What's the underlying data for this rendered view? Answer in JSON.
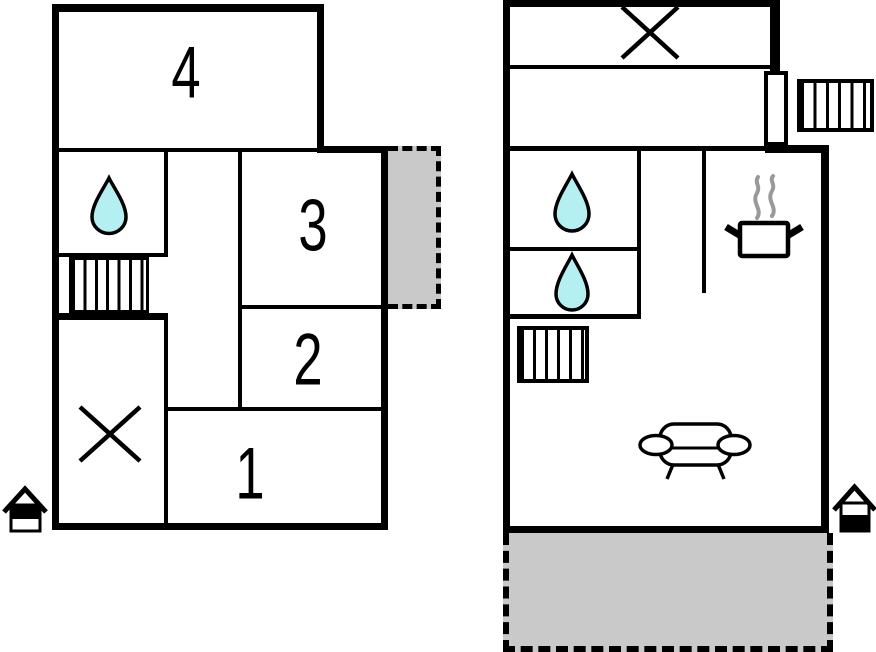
{
  "page": {
    "type": "vacation-home-floor-plan",
    "background": "#ffffff"
  },
  "colors": {
    "wall": "#000000",
    "terrace_fill": "#c9c9c9",
    "water_drop": "#b4f0f2",
    "steam": "#999999",
    "label": "#000000"
  },
  "left_plan": {
    "room_labels": [
      {
        "label": "4"
      },
      {
        "label": "3"
      },
      {
        "label": "2"
      },
      {
        "label": "1"
      }
    ],
    "icons": [
      "water-drop",
      "staircase",
      "window-cross",
      "entrance-house"
    ],
    "terrace": {
      "style": "dashed-gray"
    }
  },
  "right_plan": {
    "room_labels": [],
    "icons": [
      "window-cross",
      "door-opening",
      "exterior-stairs",
      "water-drop",
      "water-drop",
      "staircase",
      "cooking-pot-with-steam",
      "sofa",
      "entrance-house"
    ],
    "terrace": {
      "style": "dashed-gray"
    }
  }
}
